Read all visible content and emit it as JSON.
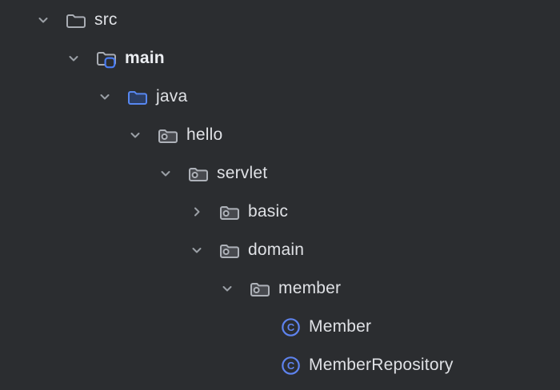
{
  "window": {
    "background": "#2B2D30"
  },
  "colors": {
    "background": "#2B2D30",
    "text": "#DFE1E5",
    "chevron": "#9BA0A6",
    "folder_stroke": "#A9ADB4",
    "package_fill": "#47494E",
    "package_stroke": "#AEB2B9",
    "sources_stroke": "#5787F0",
    "sources_fill": "#2C3E63",
    "badge_stroke": "#4A7CF2",
    "class_blue": "#5E83EE"
  },
  "icons": {
    "class_letter": "C"
  },
  "tree": {
    "rows": [
      {
        "label": "src",
        "level": 0,
        "icon": "folder",
        "chevron": "down",
        "bold": false
      },
      {
        "label": "main",
        "level": 1,
        "icon": "module-folder",
        "chevron": "down",
        "bold": true
      },
      {
        "label": "java",
        "level": 2,
        "icon": "sources-folder",
        "chevron": "down",
        "bold": false
      },
      {
        "label": "hello",
        "level": 3,
        "icon": "package",
        "chevron": "down",
        "bold": false
      },
      {
        "label": "servlet",
        "level": 4,
        "icon": "package",
        "chevron": "down",
        "bold": false
      },
      {
        "label": "basic",
        "level": 5,
        "icon": "package",
        "chevron": "right",
        "bold": false
      },
      {
        "label": "domain",
        "level": 5,
        "icon": "package",
        "chevron": "down",
        "bold": false
      },
      {
        "label": "member",
        "level": 6,
        "icon": "package",
        "chevron": "down",
        "bold": false
      },
      {
        "label": "Member",
        "level": 7,
        "icon": "class",
        "chevron": "none",
        "bold": false
      },
      {
        "label": "MemberRepository",
        "level": 7,
        "icon": "class",
        "chevron": "none",
        "bold": false
      }
    ]
  }
}
